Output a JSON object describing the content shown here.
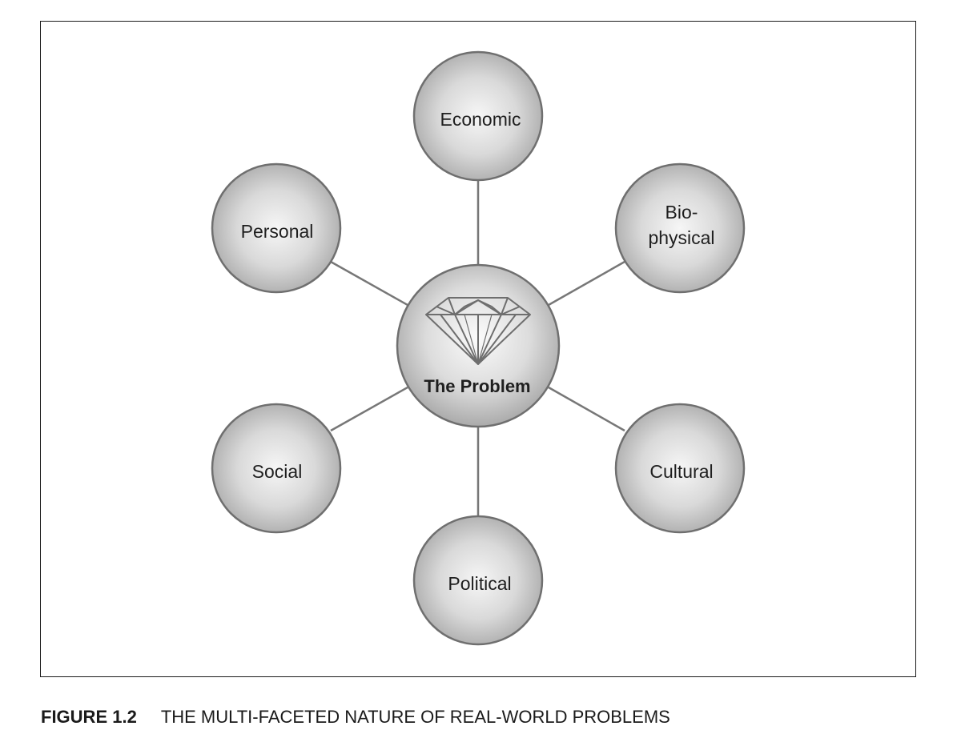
{
  "diagram": {
    "center": {
      "label": "The Problem"
    },
    "nodes": [
      {
        "id": "economic",
        "lines": [
          "Economic"
        ]
      },
      {
        "id": "bio-physical",
        "lines": [
          "Bio-",
          "physical"
        ]
      },
      {
        "id": "cultural",
        "lines": [
          "Cultural"
        ]
      },
      {
        "id": "political",
        "lines": [
          "Political"
        ]
      },
      {
        "id": "social",
        "lines": [
          "Social"
        ]
      },
      {
        "id": "personal",
        "lines": [
          "Personal"
        ]
      }
    ]
  },
  "caption": {
    "number": "FIGURE 1.2",
    "title": "THE MULTI-FACETED NATURE OF REAL-WORLD PROBLEMS"
  }
}
